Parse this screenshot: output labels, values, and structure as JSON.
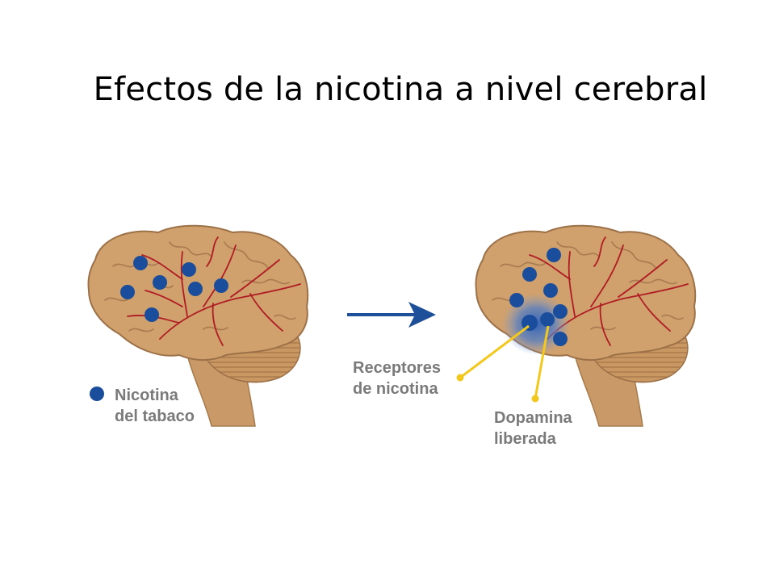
{
  "slide": {
    "title": "Efectos de la nicotina a nivel cerebral"
  },
  "legend": {
    "line1": "Nicotina",
    "line2": "del tabaco"
  },
  "annotations": {
    "receptors_line1": "Receptores",
    "receptors_line2": "de nicotina",
    "dopamine_line1": "Dopamina",
    "dopamine_line2": "liberada"
  },
  "colors": {
    "brain": "#d0a06d",
    "brain_outline": "#9c7148",
    "vessels": "#b01c24",
    "nicotine_dot": "#1a4e9c",
    "arrow": "#1e4f99",
    "callout": "#f2c81e",
    "label_text": "#7a7a7a"
  }
}
